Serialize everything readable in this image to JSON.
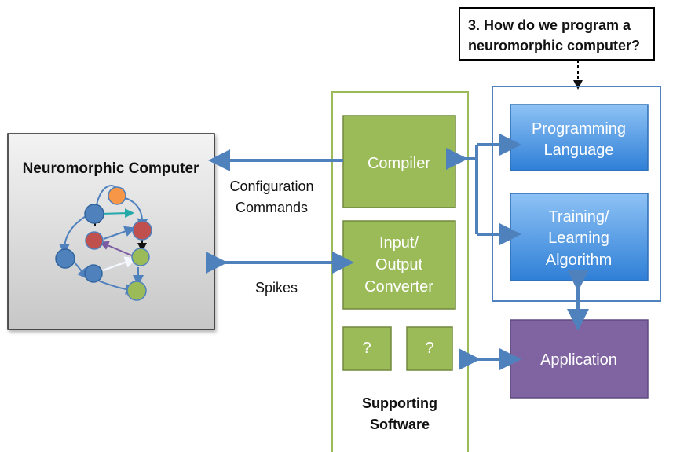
{
  "question": {
    "line1": "3. How do we program a",
    "line2": "neuromorphic computer?"
  },
  "neuromorphic": {
    "title": "Neuromorphic Computer"
  },
  "labels": {
    "config_line1": "Configuration",
    "config_line2": "Commands",
    "spikes": "Spikes"
  },
  "supporting": {
    "compiler": "Compiler",
    "io_line1": "Input/",
    "io_line2": "Output",
    "io_line3": "Converter",
    "unknown1": "?",
    "unknown2": "?",
    "title_line1": "Supporting",
    "title_line2": "Software"
  },
  "programming": {
    "language_line1": "Programming",
    "language_line2": "Language",
    "training_line1": "Training/",
    "training_line2": "Learning",
    "training_line3": "Algorithm"
  },
  "application": {
    "label": "Application"
  },
  "colors": {
    "green_fill": "#9bbb59",
    "green_border": "#71893f",
    "blue_gradient_top": "#8ec2f5",
    "blue_gradient_bottom": "#2f7fd7",
    "purple_fill": "#8064a2",
    "gray_box": "#d9d9d9",
    "arrow": "#4f81bd"
  }
}
